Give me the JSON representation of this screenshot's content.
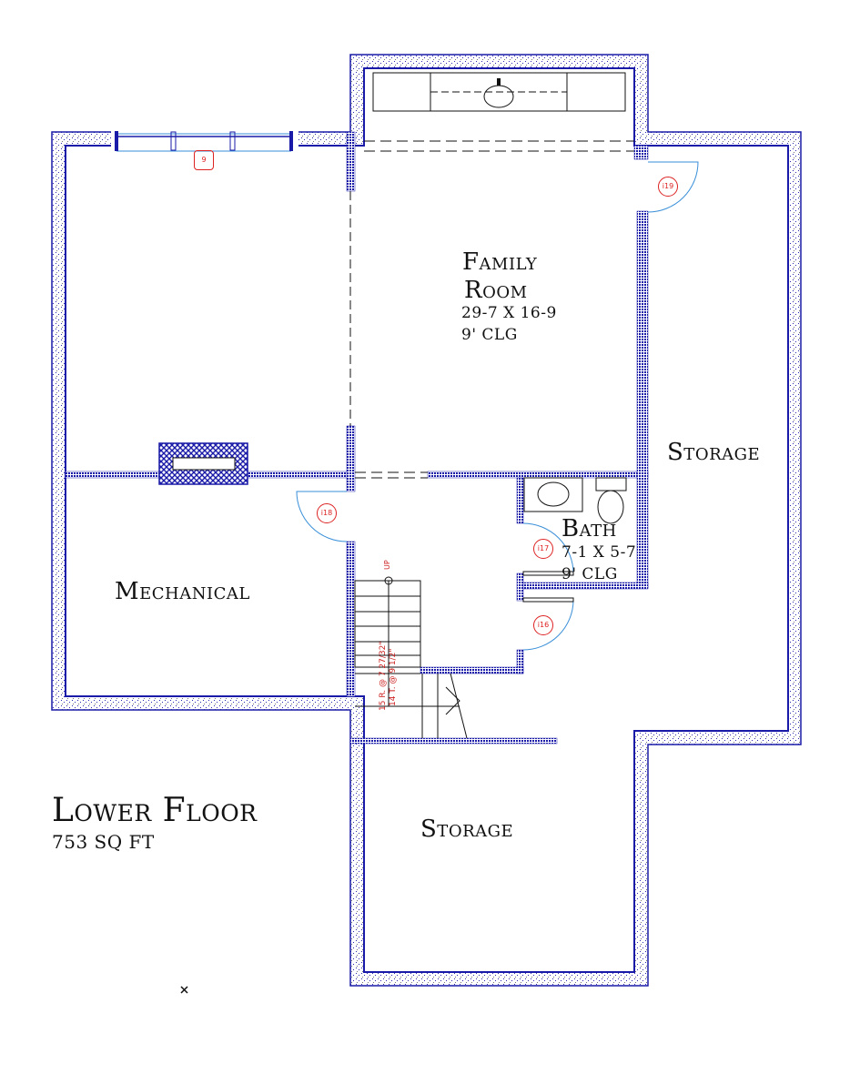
{
  "plan": {
    "title": "Lower Floor",
    "area": "753 SQ FT"
  },
  "rooms": {
    "family": {
      "name_line1": "Family",
      "name_line2": "Room",
      "size": "29-7 X 16-9",
      "ceiling": "9' CLG"
    },
    "storage_right": {
      "name": "Storage"
    },
    "storage_bottom": {
      "name": "Storage"
    },
    "mechanical": {
      "name": "Mechanical"
    },
    "bath": {
      "name": "Bath",
      "size": "7-1 X 5-7",
      "ceiling": "9' CLG"
    }
  },
  "tags": {
    "window": "9",
    "door_19": "i19",
    "door_18": "i18",
    "door_17": "i17",
    "door_16": "i16"
  },
  "stairs": {
    "direction": "UP",
    "risers": "15 R. @ 7 27/32\"",
    "treads": "14 T. @ 9 1/2\""
  },
  "colors": {
    "wall": "#1a1aa8",
    "door_swing": "#3a8fd8",
    "tag": "#d22222"
  }
}
